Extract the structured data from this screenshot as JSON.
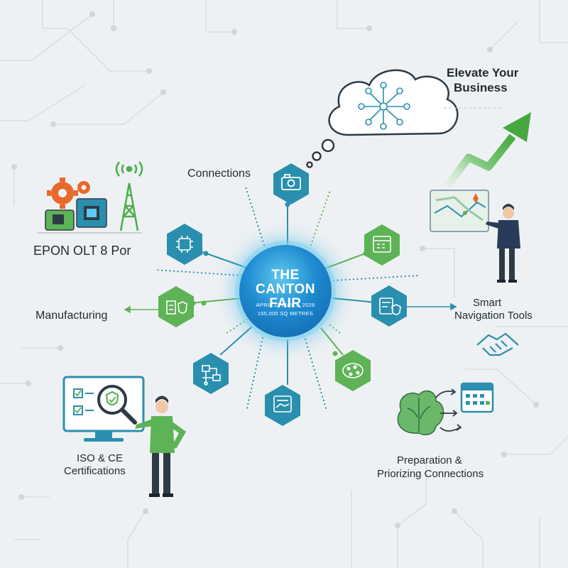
{
  "hub": {
    "title_line1": "THE",
    "title_line2": "CANTON",
    "title_line3": "FAIR",
    "dates": "APRIL 15-MAY 5, 2026",
    "area": "155,000 SQ METRES"
  },
  "labels": {
    "connections": "Connections",
    "elevate_line1": "Elevate Your",
    "elevate_line2": "Business",
    "epon": "EPON OLT 8 Por",
    "manufacturing": "Manufacturing",
    "smart_line1": "Smart",
    "smart_line2": "Navigation Tools",
    "iso_line1": "ISO & CE",
    "iso_line2": "Certifications",
    "prep_line1": "Preparation &",
    "prep_line2": "Priorizing Connections"
  },
  "colors": {
    "teal": "#2a8fae",
    "green": "#5db356",
    "arrow_green": "#4cae4c",
    "hub_blue": "#1e8ad0",
    "background": "#eef1f3"
  },
  "icons": {
    "node_top": "camera-icon",
    "node_upper_left": "circuit-chip-icon",
    "node_upper_right": "calendar-icon",
    "node_left": "factory-shield-icon",
    "node_right": "checklist-shield-icon",
    "node_lower_left": "circuit-board-icon",
    "node_lower_right": "network-blob-icon",
    "node_bottom": "handshake-document-icon"
  }
}
